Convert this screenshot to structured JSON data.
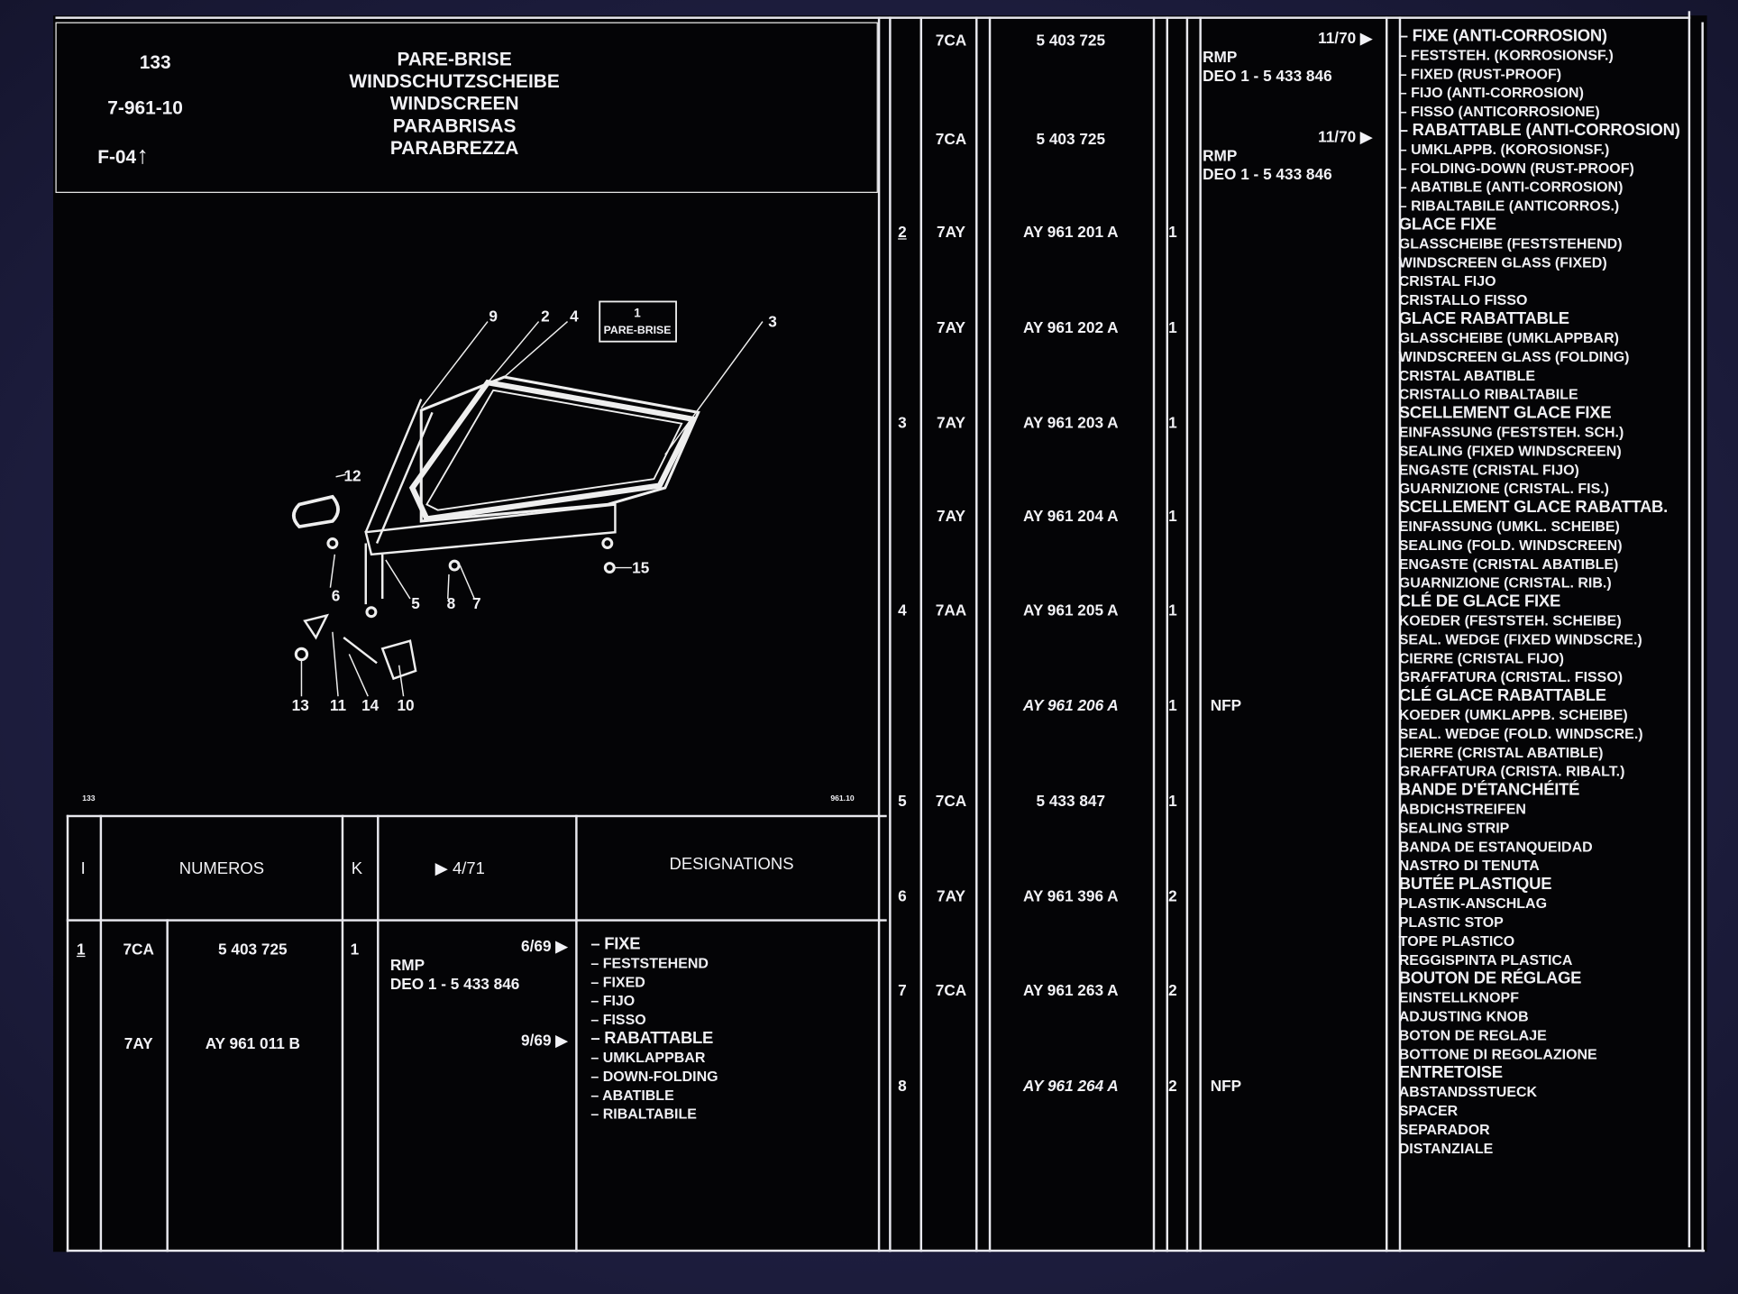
{
  "header": {
    "page_number": "133",
    "reference": "7-961-10",
    "fiche": "F-04",
    "fiche_arrow": "↑",
    "titles": [
      "PARE-BRISE",
      "WINDSCHUTZSCHEIBE",
      "WINDSCREEN",
      "PARABRISAS",
      "PARABREZZA"
    ]
  },
  "drawing": {
    "label_box": [
      "1",
      "PARE-BRISE"
    ],
    "callouts": [
      "9",
      "2",
      "4",
      "3",
      "12",
      "6",
      "5",
      "8",
      "7",
      "15",
      "13",
      "11",
      "14",
      "10"
    ],
    "footer_left": "133",
    "footer_right": "961.10"
  },
  "table_header": {
    "col_index": "I",
    "col_numbers": "NUMEROS",
    "col_k": "K",
    "col_date": "▶ 4/71",
    "col_designations": "DESIGNATIONS"
  },
  "left_rows": [
    {
      "index": "1",
      "code": "7CA",
      "number": "5 403 725",
      "qty": "1",
      "date": "6/69 ▶",
      "note1": "RMP",
      "note2": "DEO 1 - 5 433 846"
    },
    {
      "index": "",
      "code": "7AY",
      "number": "AY 961 011 B",
      "qty": "",
      "date": "9/69 ▶",
      "note1": "",
      "note2": ""
    }
  ],
  "left_designations": [
    {
      "heading": "– FIXE",
      "lines": [
        "– FESTSTEHEND",
        "– FIXED",
        "– FIJO",
        "– FISSO"
      ]
    },
    {
      "heading": "– RABATTABLE",
      "lines": [
        "– UMKLAPPBAR",
        "– DOWN-FOLDING",
        "– ABATIBLE",
        "– RIBALTABILE"
      ]
    }
  ],
  "right_rows": [
    {
      "index": "",
      "code": "7CA",
      "number": "5 403 725",
      "qty": "",
      "date": "11/70 ▶",
      "note1": "RMP",
      "note2": "DEO 1 - 5 433 846"
    },
    {
      "index": "",
      "code": "7CA",
      "number": "5 403 725",
      "qty": "",
      "date": "11/70 ▶",
      "note1": "RMP",
      "note2": "DEO 1 - 5 433 846"
    },
    {
      "index": "2",
      "code": "7AY",
      "number": "AY 961 201 A",
      "qty": "1",
      "date": "",
      "note1": "",
      "note2": ""
    },
    {
      "index": "",
      "code": "7AY",
      "number": "AY 961 202 A",
      "qty": "1",
      "date": "",
      "note1": "",
      "note2": ""
    },
    {
      "index": "3",
      "code": "7AY",
      "number": "AY 961 203 A",
      "qty": "1",
      "date": "",
      "note1": "",
      "note2": ""
    },
    {
      "index": "",
      "code": "7AY",
      "number": "AY 961 204 A",
      "qty": "1",
      "date": "",
      "note1": "",
      "note2": ""
    },
    {
      "index": "4",
      "code": "7AA",
      "number": "AY 961 205 A",
      "qty": "1",
      "date": "",
      "note1": "",
      "note2": ""
    },
    {
      "index": "",
      "code": "",
      "number": "AY 961 206 A",
      "qty": "1",
      "date": "",
      "note1": "NFP",
      "note2": ""
    },
    {
      "index": "5",
      "code": "7CA",
      "number": "5 433 847",
      "qty": "1",
      "date": "",
      "note1": "",
      "note2": ""
    },
    {
      "index": "6",
      "code": "7AY",
      "number": "AY 961 396 A",
      "qty": "2",
      "date": "",
      "note1": "",
      "note2": ""
    },
    {
      "index": "7",
      "code": "7CA",
      "number": "AY 961 263 A",
      "qty": "2",
      "date": "",
      "note1": "",
      "note2": ""
    },
    {
      "index": "8",
      "code": "",
      "number": "AY 961 264 A",
      "qty": "2",
      "date": "",
      "note1": "NFP",
      "note2": ""
    }
  ],
  "right_designations": [
    {
      "heading": "– FIXE (ANTI-CORROSION)",
      "lines": [
        "– FESTSTEH. (KORROSIONSF.)",
        "– FIXED (RUST-PROOF)",
        "– FIJO (ANTI-CORROSION)",
        "– FISSO (ANTICORROSIONE)"
      ]
    },
    {
      "heading": "– RABATTABLE (ANTI-CORROSION)",
      "lines": [
        "– UMKLAPPB. (KOROSIONSF.)",
        "– FOLDING-DOWN (RUST-PROOF)",
        "– ABATIBLE (ANTI-CORROSION)",
        "– RIBALTABILE (ANTICORROS.)"
      ]
    },
    {
      "heading": "GLACE FIXE",
      "lines": [
        "GLASSCHEIBE (FESTSTEHEND)",
        "WINDSCREEN GLASS (FIXED)",
        "CRISTAL FIJO",
        "CRISTALLO FISSO"
      ]
    },
    {
      "heading": "GLACE RABATTABLE",
      "lines": [
        "GLASSCHEIBE (UMKLAPPBAR)",
        "WINDSCREEN GLASS (FOLDING)",
        "CRISTAL ABATIBLE",
        "CRISTALLO RIBALTABILE"
      ]
    },
    {
      "heading": "SCELLEMENT GLACE FIXE",
      "lines": [
        "EINFASSUNG (FESTSTEH. SCH.)",
        "SEALING (FIXED WINDSCREEN)",
        "ENGASTE (CRISTAL FIJO)",
        "GUARNIZIONE (CRISTAL. FIS.)"
      ]
    },
    {
      "heading": "SCELLEMENT GLACE RABATTAB.",
      "lines": [
        "EINFASSUNG (UMKL. SCHEIBE)",
        "SEALING (FOLD. WINDSCREEN)",
        "ENGASTE (CRISTAL ABATIBLE)",
        "GUARNIZIONE (CRISTAL. RIB.)"
      ]
    },
    {
      "heading": "CLÉ DE GLACE FIXE",
      "lines": [
        "KOEDER (FESTSTEH. SCHEIBE)",
        "SEAL. WEDGE (FIXED WINDSCRE.)",
        "CIERRE (CRISTAL FIJO)",
        "GRAFFATURA (CRISTAL. FISSO)"
      ]
    },
    {
      "heading": "CLÉ GLACE RABATTABLE",
      "lines": [
        "KOEDER (UMKLAPPB. SCHEIBE)",
        "SEAL. WEDGE (FOLD. WINDSCRE.)",
        "CIERRE (CRISTAL ABATIBLE)",
        "GRAFFATURA (CRISTA. RIBALT.)"
      ]
    },
    {
      "heading": "BANDE D'ÉTANCHÉITÉ",
      "lines": [
        "ABDICHSTREIFEN",
        "SEALING STRIP",
        "BANDA DE ESTANQUEIDAD",
        "NASTRO DI TENUTA"
      ]
    },
    {
      "heading": "BUTÉE PLASTIQUE",
      "lines": [
        "PLASTIK-ANSCHLAG",
        "PLASTIC STOP",
        "TOPE PLASTICO",
        "REGGISPINTA PLASTICA"
      ]
    },
    {
      "heading": "BOUTON DE RÉGLAGE",
      "lines": [
        "EINSTELLKNOPF",
        "ADJUSTING KNOB",
        "BOTON DE REGLAJE",
        "BOTTONE DI REGOLAZIONE"
      ]
    },
    {
      "heading": "ENTRETOISE",
      "lines": [
        "ABSTANDSSTUECK",
        "SPACER",
        "SEPARADOR",
        "DISTANZIALE"
      ]
    }
  ]
}
